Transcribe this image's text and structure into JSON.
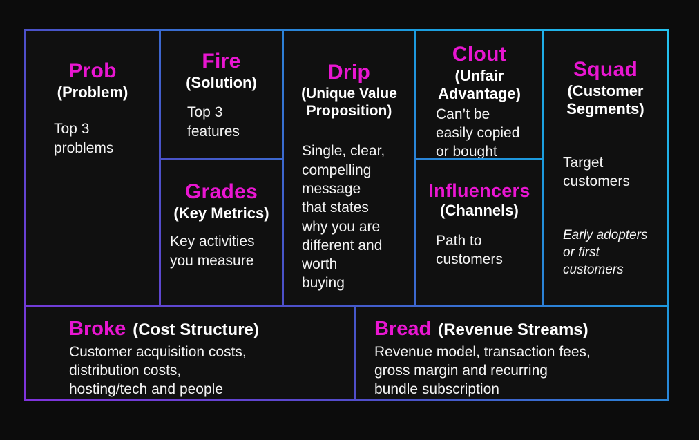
{
  "colors": {
    "accent_magenta": "#e916d1",
    "border_purple": "#8133dd",
    "border_indigo": "#4a52c8",
    "border_blue": "#2e7fd4",
    "border_cyan": "#25c4f0",
    "background": "#0c0c0c",
    "cell_background": "#101010"
  },
  "canvas": {
    "cells": {
      "prob": {
        "title": "Prob",
        "subtitle": "(Problem)",
        "body": "Top 3\nproblems"
      },
      "fire": {
        "title": "Fire",
        "subtitle": "(Solution)",
        "body": "Top 3\nfeatures"
      },
      "grades": {
        "title": "Grades",
        "subtitle": "(Key Metrics)",
        "body": "Key activities\nyou measure"
      },
      "drip": {
        "title": "Drip",
        "subtitle": "(Unique Value\nProposition)",
        "body": "Single, clear,\ncompelling\nmessage\nthat states\nwhy you are\ndifferent and\nworth\nbuying"
      },
      "clout": {
        "title": "Clout",
        "subtitle": "(Unfair\nAdvantage)",
        "body": "Can’t be\neasily copied\nor bought"
      },
      "influencers": {
        "title": "Influencers",
        "subtitle": "(Channels)",
        "body": "Path to\ncustomers"
      },
      "squad": {
        "title": "Squad",
        "subtitle": "(Customer\nSegments)",
        "body": "Target\ncustomers",
        "note": "Early adopters\nor first\ncustomers"
      },
      "broke": {
        "title": "Broke",
        "subtitle": "(Cost Structure)",
        "body": "Customer acquisition costs,\ndistribution costs,\nhosting/tech and people"
      },
      "bread": {
        "title": "Bread",
        "subtitle": "(Revenue Streams)",
        "body": "Revenue model, transaction fees,\ngross margin and recurring\nbundle subscription"
      }
    }
  }
}
